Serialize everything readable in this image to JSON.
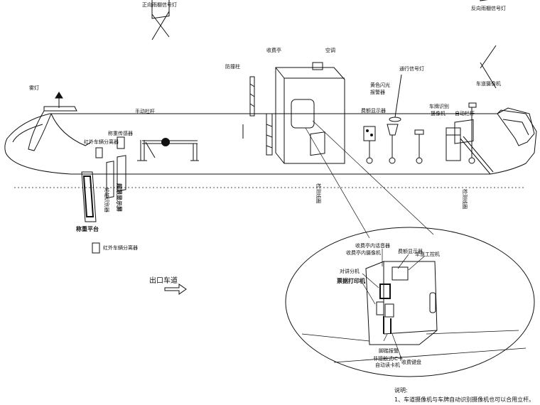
{
  "labels": {
    "forward_canopy_signal": "正向雨棚信号灯",
    "reverse_canopy_signal": "反向雨棚信号灯",
    "booth": "收费亭",
    "ac": "空调",
    "barrier_column": "防撞柱",
    "lane_signal": "通行信号灯",
    "yellow_flash": "黄色闪光",
    "alarm": "报警器",
    "lane_camera": "车道摄像机",
    "fog_lamp": "雾灯",
    "fee_display": "费额显示器",
    "plate_recog_1": "车牌识别",
    "plate_recog_2": "摄像机",
    "auto_barrier": "自动栏杆",
    "manual_barrier": "手动栏杆",
    "weigh_sensor": "称重传感器",
    "vehicle_separator": "红外车辆分离器",
    "vehicle_separator_2": "红外车辆分离器",
    "weigh_platform": "称重平台",
    "axle_recog": "轮轴识别器",
    "speed_display": "超限显示屏",
    "loop_1": "检测线圈",
    "loop_2": "检测线圈",
    "exit_lane": "出口车道",
    "booth_audio": "收费亭内话音器",
    "booth_camera": "收费亭内摄像机",
    "fee_display_2": "费额显示器",
    "lane_pc": "车道工控机",
    "intercom": "对讲分机",
    "receipt_printer": "票据打印机",
    "foot_alarm": "脚踏报警",
    "card_reader_1": "非接触式IC卡",
    "card_reader_2": "自动读卡机",
    "fee_keyboard": "收费键盘",
    "note_title": "说明:",
    "note_1": "1、车道摄像机与车牌自动识别摄像机也可以合用立杆。"
  }
}
